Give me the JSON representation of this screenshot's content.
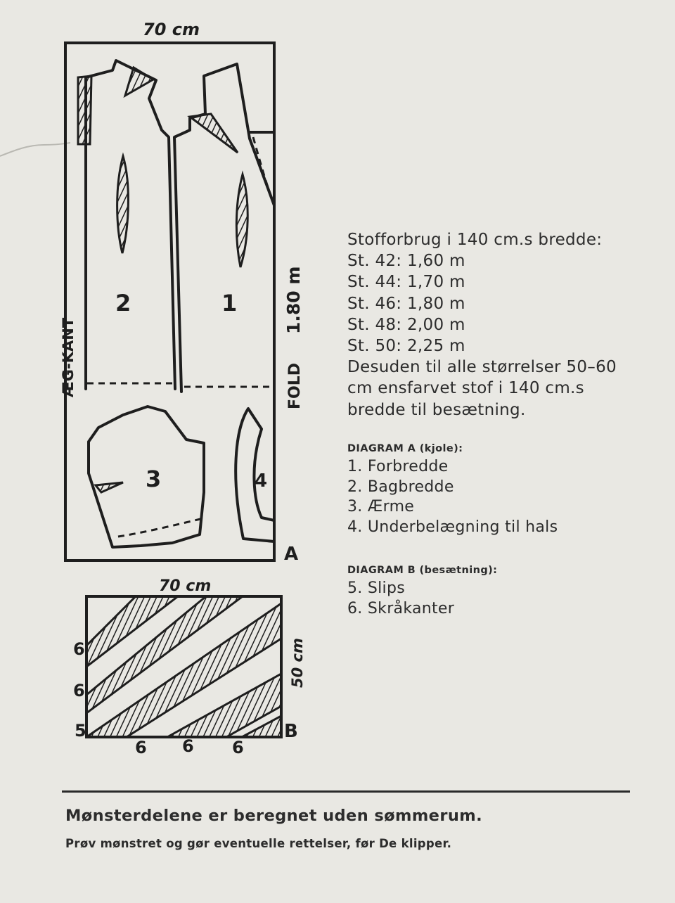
{
  "diagram_a": {
    "width_label": "70 cm",
    "length_label": "1.80 m",
    "selvedge_label": "ÆG-KANT",
    "fold_label": "FOLD",
    "corner_label": "A",
    "piece_numbers": [
      "1",
      "2",
      "3",
      "4"
    ]
  },
  "diagram_b": {
    "width_label": "70 cm",
    "height_label": "50 cm",
    "corner_label": "B",
    "left_labels": [
      "6",
      "6",
      "5"
    ],
    "bottom_labels": [
      "6",
      "6",
      "6"
    ]
  },
  "consumption": {
    "heading": "Stofforbrug i 140 cm.s bredde:",
    "sizes": [
      "St. 42: 1,60 m",
      "St. 44: 1,70 m",
      "St. 46: 1,80 m",
      "St. 48: 2,00 m",
      "St. 50: 2,25 m"
    ],
    "extra_lines": [
      "Desuden til alle størrelser 50–60",
      "cm ensfarvet stof i 140 cm.s",
      "bredde til besætning."
    ]
  },
  "legend_a": {
    "heading": "DIAGRAM A (kjole):",
    "items": [
      "1. Forbredde",
      "2. Bagbredde",
      "3. Ærme",
      "4. Underbelægning til hals"
    ]
  },
  "legend_b": {
    "heading": "DIAGRAM B (besætning):",
    "items": [
      "5. Slips",
      "6. Skråkanter"
    ]
  },
  "footer": {
    "line1": "Mønsterdelene er beregnet uden sømmerum.",
    "line2": "Prøv mønstret og gør eventuelle rettelser, før De klipper."
  },
  "colors": {
    "paper": "#e9e8e3",
    "ink": "#1e1e1e",
    "text": "#2c2c2c"
  }
}
